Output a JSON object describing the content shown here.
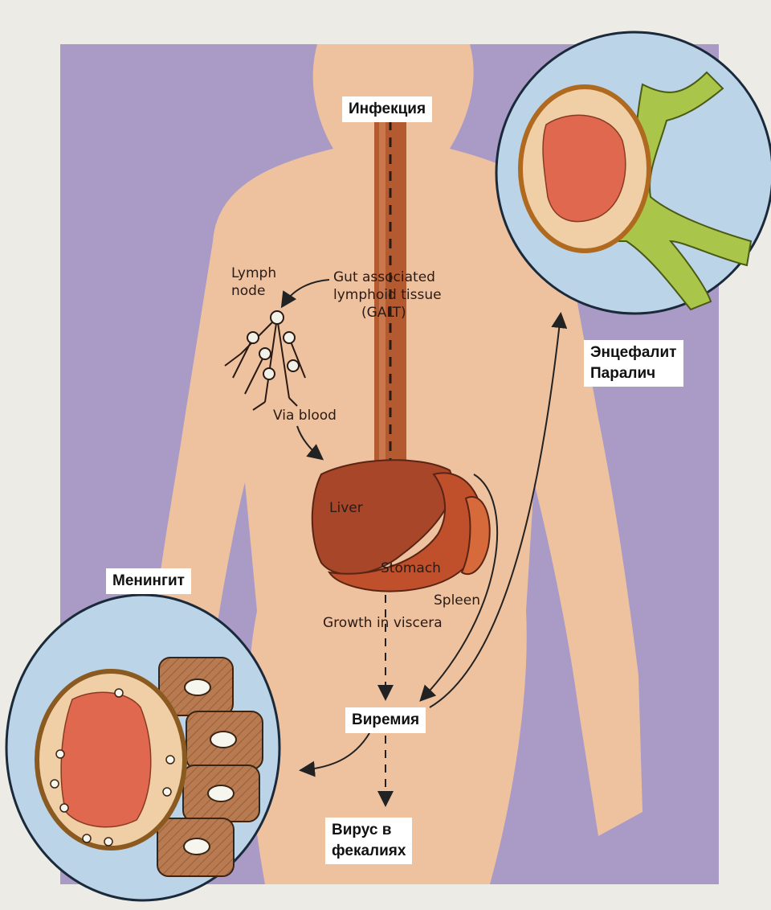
{
  "labels": {
    "infection": "Инфекция",
    "encephalitis": "Энцефалит\nПаралич",
    "meningitis": "Менингит",
    "viremia": "Виремия",
    "feces": "Вирус в\nфекалиях"
  },
  "annotations": {
    "lymph_node": [
      "Lymph",
      "node"
    ],
    "galt": [
      "Gut associated",
      "lymphoid tissue",
      "(GALT)"
    ],
    "via_blood": "Via blood",
    "liver": "Liver",
    "stomach": "Stomach",
    "spleen": "Spleen",
    "growth": "Growth in viscera"
  },
  "colors": {
    "background": "#a99bc6",
    "body": "#efc29f",
    "gut": "#b45a30",
    "organ": "#a8462a",
    "circle": "#bcd4e8",
    "nerve": "#a9c64a",
    "cell": "#b87a50",
    "nucleus": "#e0684f"
  }
}
